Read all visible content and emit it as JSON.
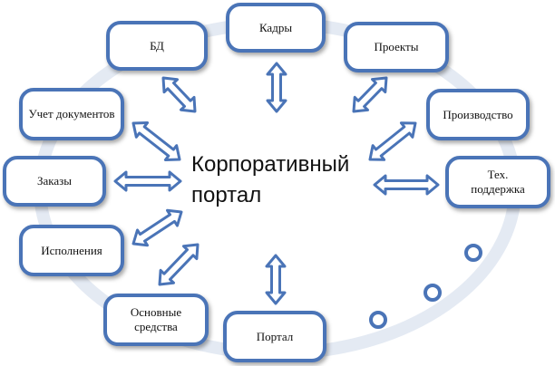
{
  "center": {
    "title": "Корпоративный\nпортал"
  },
  "nodes": {
    "kadry": "Кадры",
    "bd": "БД",
    "proekty": "Проекты",
    "uchet": "Учет документов",
    "proizvodstvo": "Производство",
    "zakazy": "Заказы",
    "tech_support": "Тех.\nподдержка",
    "ispolneniya": "Исполнения",
    "osnovnye_sredstva": "Основные\nсредства",
    "portal": "Портал"
  },
  "colors": {
    "node_border": "#4a74b7",
    "arrow_fill": "#ffffff",
    "arrow_stroke": "#4a74b7",
    "ring": "#e4eaf3"
  }
}
